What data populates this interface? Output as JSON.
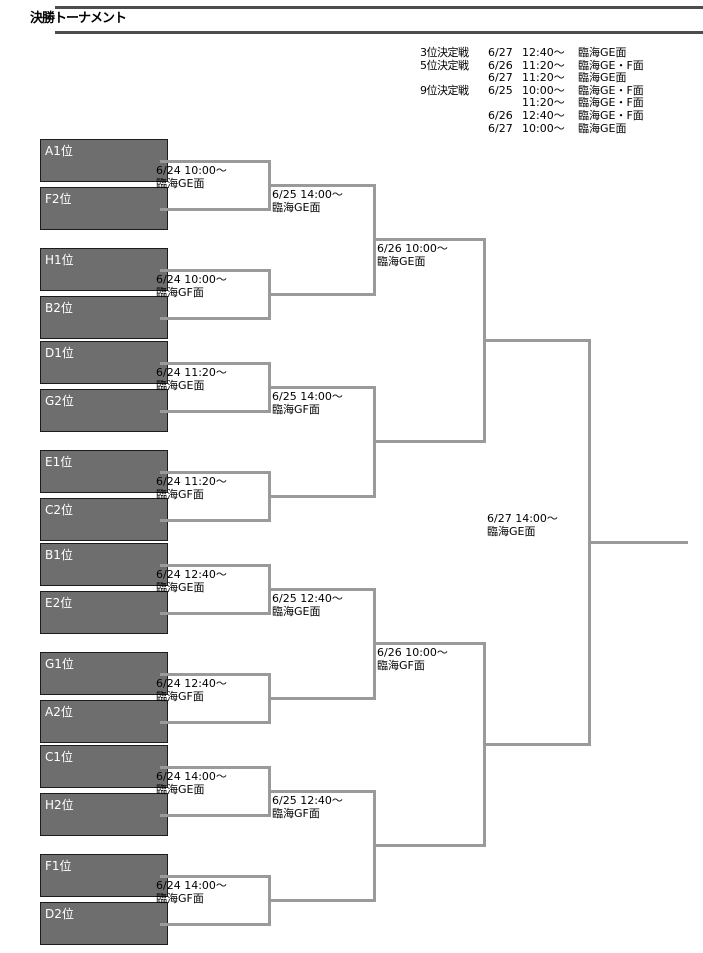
{
  "page": {
    "title": "決勝トーナメント"
  },
  "placement_schedule": {
    "rows": [
      {
        "name": "3位決定戦",
        "date": "6/27",
        "time": "12:40〜",
        "venue": "臨海GE面"
      },
      {
        "name": "5位決定戦",
        "date": "6/26",
        "time": "11:20〜",
        "venue": "臨海GE・F面"
      },
      {
        "name": "",
        "date": "6/27",
        "time": "11:20〜",
        "venue": "臨海GE面"
      },
      {
        "name": "9位決定戦",
        "date": "6/25",
        "time": "10:00〜",
        "venue": "臨海GE・F面"
      },
      {
        "name": "",
        "date": "",
        "time": "11:20〜",
        "venue": "臨海GE・F面"
      },
      {
        "name": "",
        "date": "6/26",
        "time": "12:40〜",
        "venue": "臨海GE・F面"
      },
      {
        "name": "",
        "date": "6/27",
        "time": "10:00〜",
        "venue": "臨海GE面"
      }
    ]
  },
  "teams": [
    {
      "label": "A1位"
    },
    {
      "label": "F2位"
    },
    {
      "label": "H1位"
    },
    {
      "label": "B2位"
    },
    {
      "label": "D1位"
    },
    {
      "label": "G2位"
    },
    {
      "label": "E1位"
    },
    {
      "label": "C2位"
    },
    {
      "label": "B1位"
    },
    {
      "label": "E2位"
    },
    {
      "label": "G1位"
    },
    {
      "label": "A2位"
    },
    {
      "label": "C1位"
    },
    {
      "label": "H2位"
    },
    {
      "label": "F1位"
    },
    {
      "label": "D2位"
    }
  ],
  "round1": [
    {
      "datetime": "6/24  10:00〜",
      "venue": "臨海GE面"
    },
    {
      "datetime": "6/24  10:00〜",
      "venue": "臨海GF面"
    },
    {
      "datetime": "6/24  11:20〜",
      "venue": "臨海GE面"
    },
    {
      "datetime": "6/24  11:20〜",
      "venue": "臨海GF面"
    },
    {
      "datetime": "6/24  12:40〜",
      "venue": "臨海GE面"
    },
    {
      "datetime": "6/24  12:40〜",
      "venue": "臨海GF面"
    },
    {
      "datetime": "6/24  14:00〜",
      "venue": "臨海GE面"
    },
    {
      "datetime": "6/24  14:00〜",
      "venue": "臨海GF面"
    }
  ],
  "round2": [
    {
      "datetime": "6/25  14:00〜",
      "venue": "臨海GE面"
    },
    {
      "datetime": "6/25  14:00〜",
      "venue": "臨海GF面"
    },
    {
      "datetime": "6/25  12:40〜",
      "venue": "臨海GE面"
    },
    {
      "datetime": "6/25  12:40〜",
      "venue": "臨海GF面"
    }
  ],
  "semifinals": [
    {
      "datetime": "6/26  10:00〜",
      "venue": "臨海GE面"
    },
    {
      "datetime": "6/26  10:00〜",
      "venue": "臨海GF面"
    }
  ],
  "final": {
    "datetime": "6/27  14:00〜",
    "venue": "臨海GE面"
  }
}
